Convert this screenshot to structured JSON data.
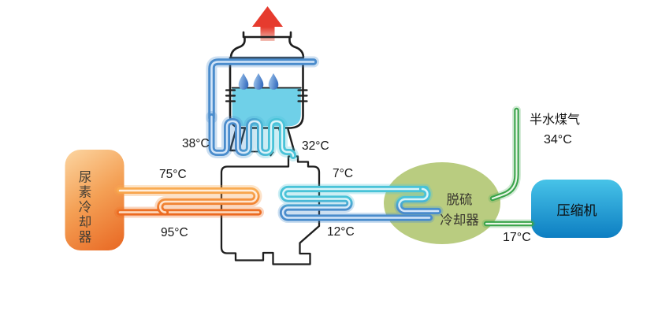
{
  "diagram": {
    "title_hint": "refrigeration waste-heat cooling process diagram",
    "nodes": {
      "urea_cooler": {
        "label": "尿素冷却器"
      },
      "desulfurization_cooler": {
        "label_line1": "脱硫",
        "label_line2": "冷却器"
      },
      "compressor": {
        "label": "压缩机"
      },
      "cooling_tower": {
        "droplet_count": "3"
      }
    },
    "labels": {
      "gas_name": "半水煤气",
      "t34": "34°C",
      "t38": "38°C",
      "t32": "32°C",
      "t75": "75°C",
      "t95": "95°C",
      "t7": "7°C",
      "t12": "12°C",
      "t17": "17°C"
    },
    "colors": {
      "outline": "#1e1e1e",
      "arrow_red": "#e63b2e",
      "arrow_red_fade": "#f2beb4",
      "water": "#6fd0e8",
      "droplet_dark": "#3b71c1",
      "droplet_light": "#a9cdf0",
      "pipe_blue": "#4a8ccc",
      "pipe_cyan": "#49c3d8",
      "pipe_blue_core": "#d4e6f9",
      "pipe_cyan_core": "#dcf5fa",
      "pipe_orange_light": "#f9ab51",
      "pipe_orange_dark": "#ec6a21",
      "pipe_orange_core_light": "#ffeede",
      "pipe_orange_core_dark": "#ffddc2",
      "pipe_green": "#3aa44b",
      "pipe_green_core": "#eaf6e8",
      "urea_light": "#fcd6a2",
      "urea_mid": "#f4a055",
      "urea_dark": "#e7601c",
      "desulf_fill": "#b9cc80",
      "comp_top": "#47c3e8",
      "comp_bottom": "#0d7ec2"
    }
  }
}
